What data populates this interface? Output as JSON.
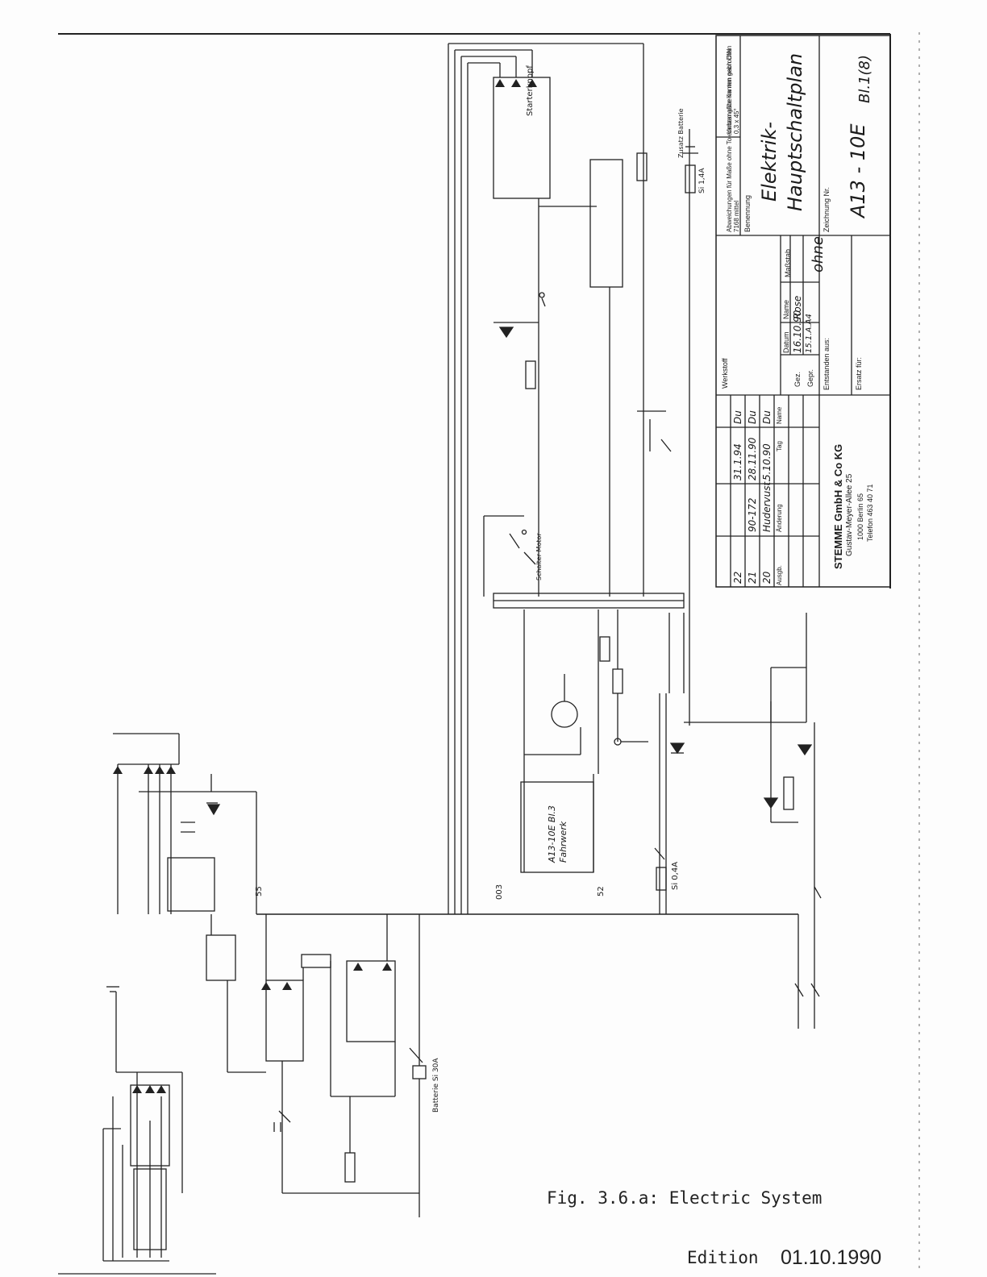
{
  "caption": {
    "figure": "Fig. 3.6.a: Electric System",
    "edition_label": "Edition",
    "edition_date": "01.10.1990"
  },
  "title_block": {
    "deviations_note": "Abweichungen für Maße ohne Toleranzangabe im mm nach DIN 7168 mittel",
    "edges_note": "Unbemaßte Kanten gebrochen 0,3 x 45°",
    "designation_label": "Benennung",
    "title_line1": "Elektrik-",
    "title_line2": "Hauptschaltplan",
    "drawing_no_label": "Zeichnung Nr.",
    "drawing_no": "A13 - 10E",
    "sheet": "Bl.1(8)",
    "scale_label": "Maßstab",
    "scale": "ohne",
    "material_label": "Werkstoff",
    "date_label": "Datum",
    "name_label": "Name",
    "drawn_label": "Gez.",
    "drawn_date": "16.10.90",
    "drawn_name": "Rose",
    "checked_label": "Gepr.",
    "checked_date": "15.1.A.A4",
    "origin_label": "Entstanden aus:",
    "replacement_label": "Ersatz für:",
    "company": "STEMME GmbH & Co KG",
    "street": "Gustav-Meyer-Allee 25",
    "city": "1000 Berlin 65",
    "phone": "Telefon 463 40 71",
    "revisions": [
      {
        "index": "22",
        "change": "",
        "date": "31.1.94",
        "name": "Du"
      },
      {
        "index": "21",
        "change": "90-172",
        "date": "28.11.90",
        "name": "Du"
      },
      {
        "index": "20",
        "change": "Hudervust.",
        "date": "5.10.90",
        "name": "Du"
      }
    ],
    "rev_index_label": "Ausgb.",
    "rev_change_label": "Änderung",
    "rev_day_label": "Tag",
    "rev_name_label": "Name"
  },
  "labels": {
    "starter": "Starterknopf",
    "fahrwerk_ref": "A13-10E Bl.3",
    "fahrwerk": "Fahrwerk",
    "battery": "Batterie Si 30A",
    "fuse_si04": "Si 0,4A",
    "fuse_si1": "Si 1,4A",
    "zusatz_batterie": "Zusatz Batterie",
    "schalter_motor": "Schalter Motor",
    "wire_55": "55",
    "wire_003": "003",
    "wire_52": "52"
  }
}
